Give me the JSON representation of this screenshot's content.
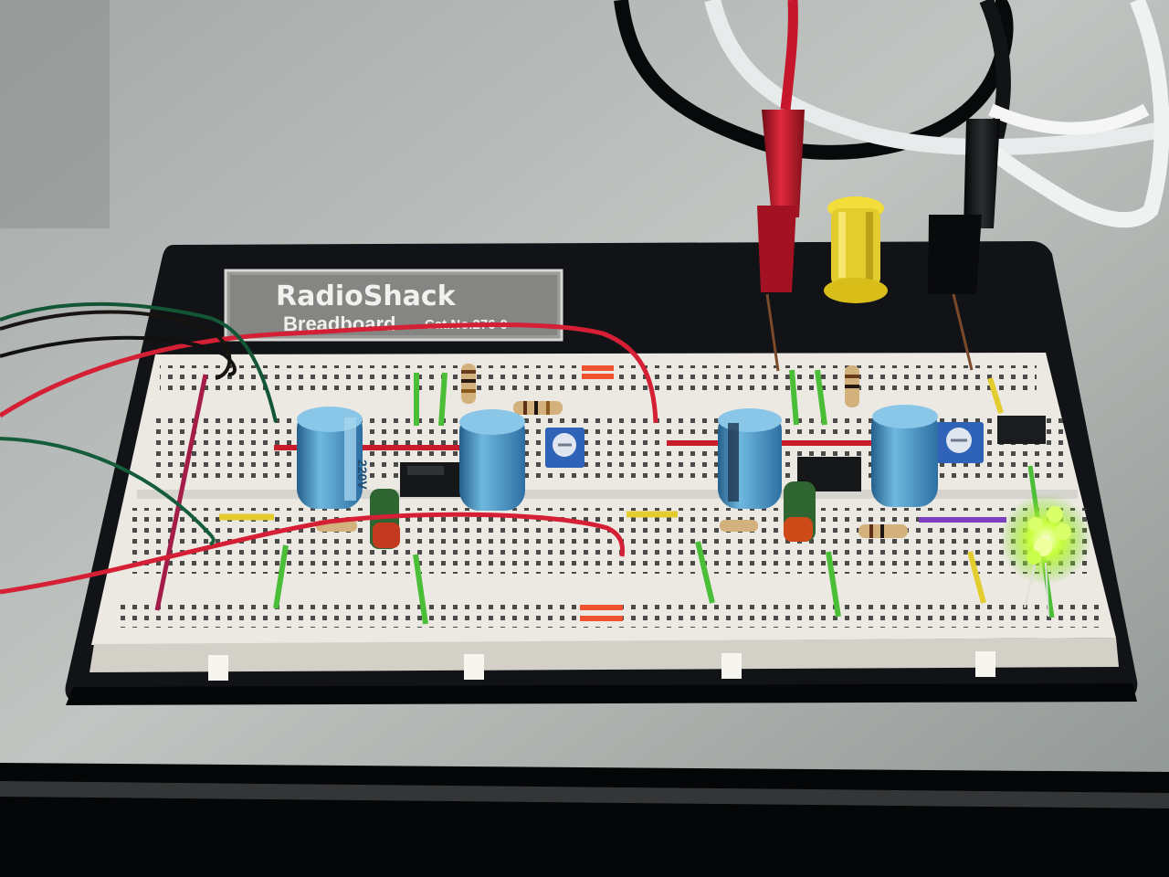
{
  "photo": {
    "brand": "RadioShack",
    "model_label": "Breadboard",
    "catalog_label": "Cat.No.276-0",
    "capacitor_marking": "220V"
  },
  "colors": {
    "desk": "#a9aca9",
    "board_base": "#111316",
    "breadboard": "#ece9e2",
    "capacitor_blue": "#4e96c6",
    "red_wire": "#d41f35",
    "green_wire": "#4bbe37",
    "yellow_post": "#e3cc2d",
    "led_green": "#b6ff37"
  },
  "icons": {
    "red_probe": "red-banana-plug-icon",
    "black_probe": "black-banana-plug-icon",
    "yellow_post": "yellow-binding-post-icon",
    "led": "led-icon",
    "capacitor": "electrolytic-capacitor-icon",
    "chip": "ic-chip-icon",
    "resistor": "resistor-icon",
    "trimmer": "trimmer-potentiometer-icon"
  }
}
